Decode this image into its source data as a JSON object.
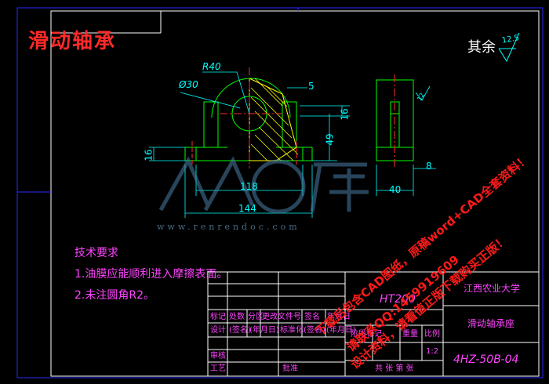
{
  "header": {
    "part_name_large": "滑动轴承",
    "roughness_prefix": "其余",
    "roughness_value": "12.5"
  },
  "dimensions": {
    "r40": "R40",
    "d30": "Ø30",
    "d5": "5",
    "d16_right": "16",
    "d49": "49",
    "d16_left": "16",
    "d118": "118",
    "d144": "144",
    "d8": "8",
    "d40": "40",
    "roughness_side": "12"
  },
  "technical_requirements": {
    "heading": "技术要求",
    "items": [
      "1.油膜应能顺利进入摩擦表面。",
      "2.未注圆角R2。"
    ]
  },
  "title_block": {
    "material": "HT200",
    "school": "江西农业大学",
    "drawing_name": "滑动轴承座",
    "drawing_number": "4HZ-50B-04",
    "scale": "1:2",
    "row_labels": [
      "标记",
      "处数",
      "分区",
      "更改文件号",
      "签名",
      "年月日"
    ],
    "row2_labels": [
      "设计",
      "(签名)",
      "(年月日)",
      "标准化",
      "(签名)",
      "(年月日)"
    ],
    "side_labels": [
      "阶段标记",
      "重量",
      "比例"
    ],
    "bottom_labels": [
      "审核",
      "工艺",
      "批准",
      "共 张 第 张"
    ]
  },
  "watermark": {
    "brand": "人人文库",
    "site": "www.renrendoc.com",
    "notice_lines": [
      "下载后包含CAD图纸，原稿word+CAD全套资料！",
      "请联系QQ:1459919609",
      "设计资料，请看值正版下载购买正版！"
    ]
  },
  "colors": {
    "border": "#2a2aff",
    "outline": "#00ff00",
    "dimension": "#00ffff",
    "hatch": "#ffff00",
    "centerline": "#ff2a2a",
    "text": "#ff44ff",
    "title_red": "#ff2a2a"
  }
}
